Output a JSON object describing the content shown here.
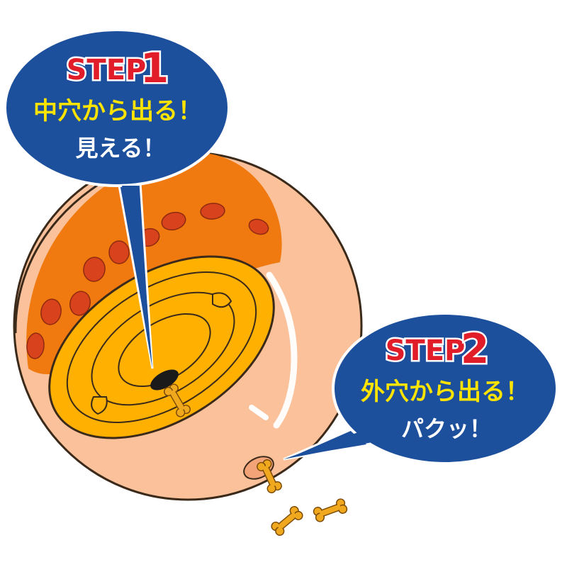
{
  "step1": {
    "step_word": "STEP",
    "step_number": "1",
    "line1": "中穴から出る！",
    "line2": "見える！"
  },
  "step2": {
    "step_word": "STEP",
    "step_number": "2",
    "line1": "外穴から出る！",
    "line2": "パクッ！"
  },
  "colors": {
    "bubble_blue": "#1c4f9c",
    "step_red": "#e11d2a",
    "text_yellow": "#ffe400",
    "ball_orange": "#f07a0f",
    "inner_yellow": "#ffb000",
    "ball_peach": "#fbc19a",
    "spot_red": "#d8421c",
    "treat_gold": "#f0a81e"
  }
}
